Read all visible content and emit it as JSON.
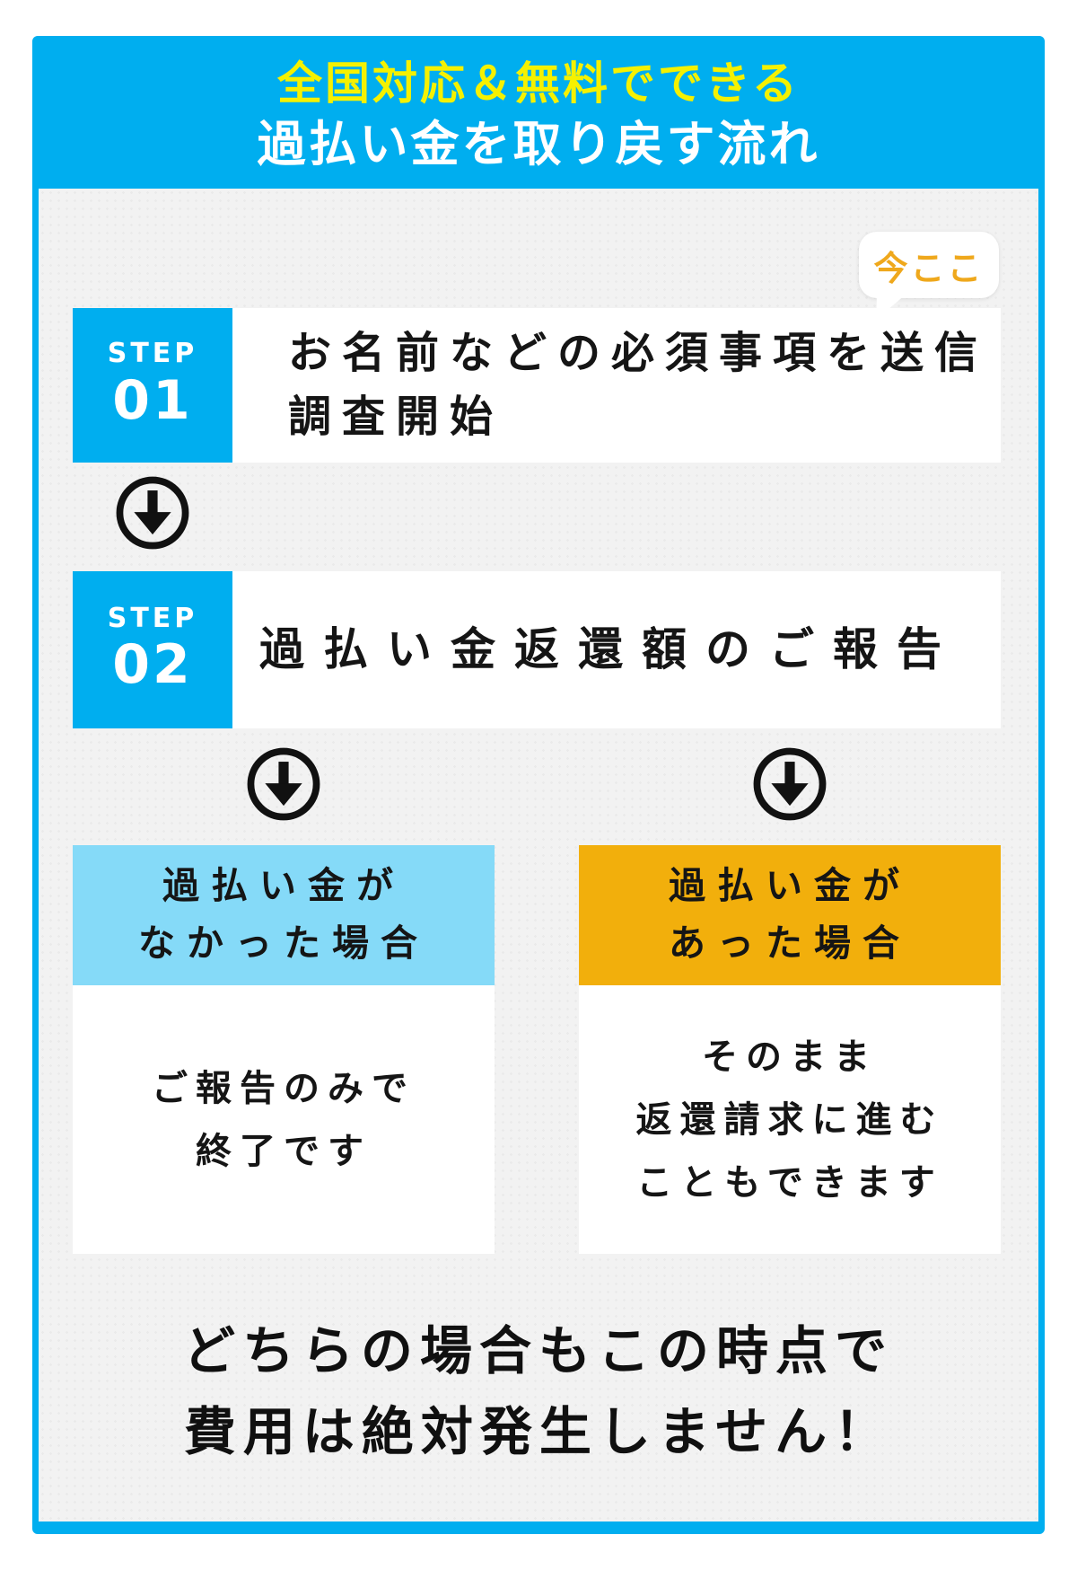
{
  "header": {
    "title_line1": "全国対応＆無料でできる",
    "title_line2": "過払い金を取り戻す流れ"
  },
  "bubble": {
    "label": "今ここ"
  },
  "steps": [
    {
      "label": "STEP",
      "number": "01",
      "title_lines": [
        "お名前などの必須事項を送信",
        "調査開始"
      ]
    },
    {
      "label": "STEP",
      "number": "02",
      "title_lines": [
        "過払い金返還額のご報告"
      ]
    }
  ],
  "branches": {
    "left": {
      "header_lines": [
        "過払い金が",
        "なかった場合"
      ],
      "body_lines": [
        "ご報告のみで",
        "終了です"
      ],
      "header_color": "#85DAF8"
    },
    "right": {
      "header_lines": [
        "過払い金が",
        "あった場合"
      ],
      "body_lines": [
        "そのまま",
        "返還請求に進む",
        "こともできます"
      ],
      "header_color": "#F2AF0C"
    }
  },
  "footer": {
    "lines": [
      "どちらの場合もこの時点で",
      "費用は絶対発生しません！"
    ]
  },
  "icons": {
    "down_arrow": "circled-down-arrow"
  },
  "colors": {
    "accent_blue": "#00AEEF",
    "header_yellow": "#F5F100",
    "header_white": "#FFFFFF",
    "light_blue": "#85DAF8",
    "amber": "#F2AF0C",
    "bubble_text_orange": "#EFA81C",
    "body_gray": "#F2F2F2",
    "text_black": "#151515"
  }
}
